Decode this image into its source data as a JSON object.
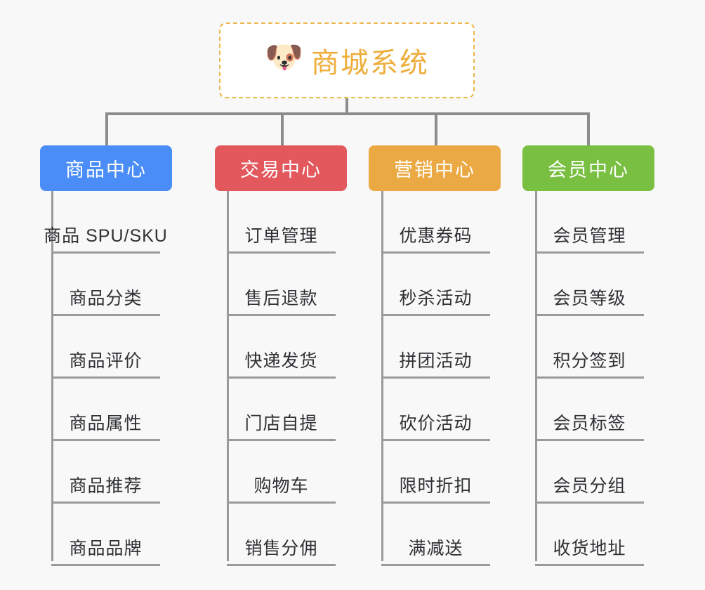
{
  "background_color": "#f8f8f8",
  "root": {
    "icon": "dog-face-emoji",
    "emoji": "🐶",
    "title": "商城系统",
    "border_color": "#edb84e",
    "title_color": "#eeae3c"
  },
  "connector_color": "#8c8c8c",
  "columns": [
    {
      "id": "product-center",
      "title": "商品中心",
      "color": "#4a8df6",
      "items": [
        "商品 SPU/SKU",
        "商品分类",
        "商品评价",
        "商品属性",
        "商品推荐",
        "商品品牌"
      ]
    },
    {
      "id": "trade-center",
      "title": "交易中心",
      "color": "#e3585c",
      "items": [
        "订单管理",
        "售后退款",
        "快递发货",
        "门店自提",
        "购物车",
        "销售分佣"
      ]
    },
    {
      "id": "marketing-center",
      "title": "营销中心",
      "color": "#eba944",
      "items": [
        "优惠券码",
        "秒杀活动",
        "拼团活动",
        "砍价活动",
        "限时折扣",
        "满减送"
      ]
    },
    {
      "id": "member-center",
      "title": "会员中心",
      "color": "#79c042",
      "items": [
        "会员管理",
        "会员等级",
        "积分签到",
        "会员标签",
        "会员分组",
        "收货地址"
      ]
    }
  ]
}
